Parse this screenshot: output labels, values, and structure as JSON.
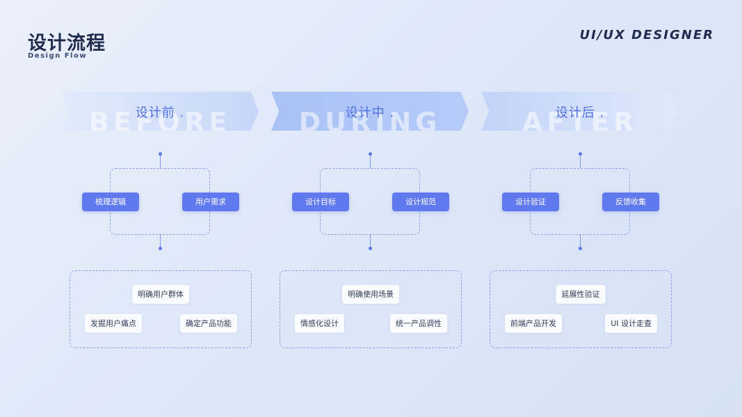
{
  "header": {
    "title": "设计流程",
    "subtitle": "Design Flow",
    "brand": "UI/UX DESIGNER"
  },
  "stages": [
    {
      "watermark": "BEFORE",
      "title": "设计前 .",
      "chips": [
        "梳理逻辑",
        "用户需求"
      ],
      "outcomes": {
        "top": "明确用户群体",
        "left": "发掘用户痛点",
        "right": "确定产品功能"
      }
    },
    {
      "watermark": "DURING",
      "title": "设计中 .",
      "chips": [
        "设计目标",
        "设计规范"
      ],
      "outcomes": {
        "top": "明确使用场景",
        "left": "情感化设计",
        "right": "统一产品调性"
      }
    },
    {
      "watermark": "AFTER",
      "title": "设计后 .",
      "chips": [
        "设计验证",
        "反馈收集"
      ],
      "outcomes": {
        "top": "延展性验证",
        "left": "前端产品开发",
        "right": "UI 设计走查"
      }
    }
  ],
  "colors": {
    "accent": "#6079ee",
    "title_text": "#4f6ee0",
    "heading": "#1f2c4d",
    "connector": "#5b78e6"
  }
}
